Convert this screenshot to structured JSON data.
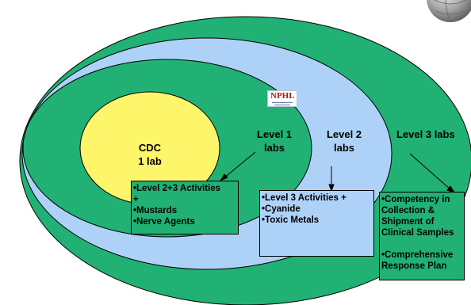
{
  "diagram": {
    "rings": [
      {
        "name": "Level 3 labs",
        "color": "#21b174"
      },
      {
        "name": "Level 2 labs",
        "color": "#aed2f7"
      },
      {
        "name": "Level 1 labs",
        "color": "#21b174"
      },
      {
        "name": "CDC 1 lab",
        "color": "#fdf66a"
      }
    ],
    "labels": {
      "cdc_line1": "CDC",
      "cdc_line2": "1 lab",
      "level1_line1": "Level 1",
      "level1_line2": "labs",
      "level2_line1": "Level 2",
      "level2_line2": "labs",
      "level3": "Level 3 labs"
    },
    "logo_text": "NPHL",
    "boxes": {
      "level1": [
        "•Level 2+3 Activities",
        "+",
        "•Mustards",
        "•Nerve Agents"
      ],
      "level2": [
        "•Level 3 Activities +",
        "•Cyanide",
        "•Toxic Metals"
      ],
      "level3": [
        "•Competency in",
        "Collection &",
        "Shipment of",
        "Clinical Samples",
        "",
        "•Comprehensive",
        "Response Plan"
      ]
    }
  }
}
